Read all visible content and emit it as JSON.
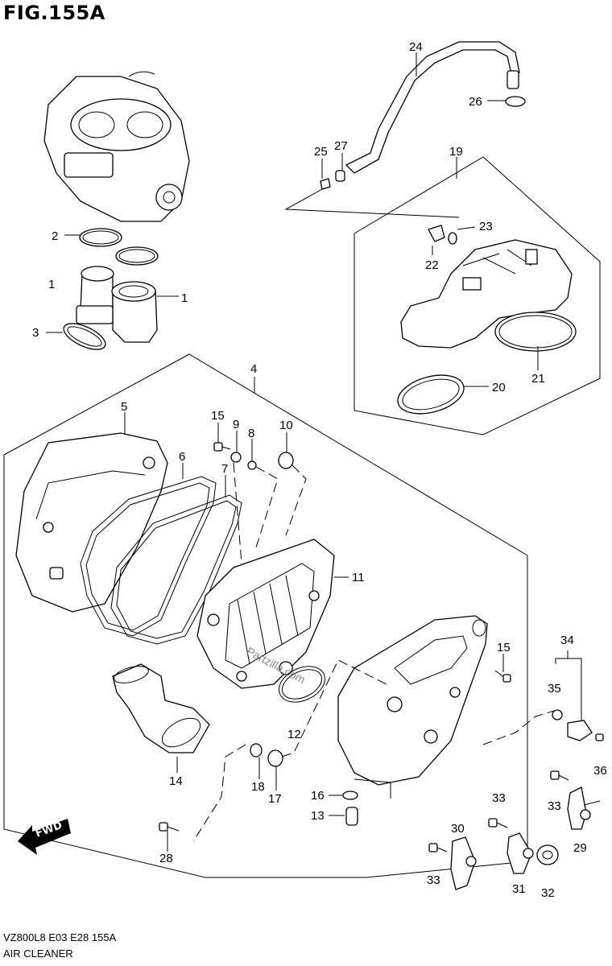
{
  "figure": {
    "title": "FIG.155A",
    "model_code": "VZ800L8  E03  E28  155A",
    "section_name": "AIR CLEANER",
    "fwd_label": "FWD",
    "watermark": "Partzilla.com"
  },
  "callouts": [
    "1",
    "1",
    "2",
    "3",
    "4",
    "5",
    "6",
    "7",
    "8",
    "9",
    "10",
    "11",
    "12",
    "13",
    "14",
    "15",
    "15",
    "16",
    "17",
    "18",
    "19",
    "20",
    "21",
    "22",
    "23",
    "24",
    "25",
    "26",
    "27",
    "28",
    "29",
    "30",
    "31",
    "32",
    "33",
    "33",
    "33",
    "34",
    "35",
    "36"
  ]
}
